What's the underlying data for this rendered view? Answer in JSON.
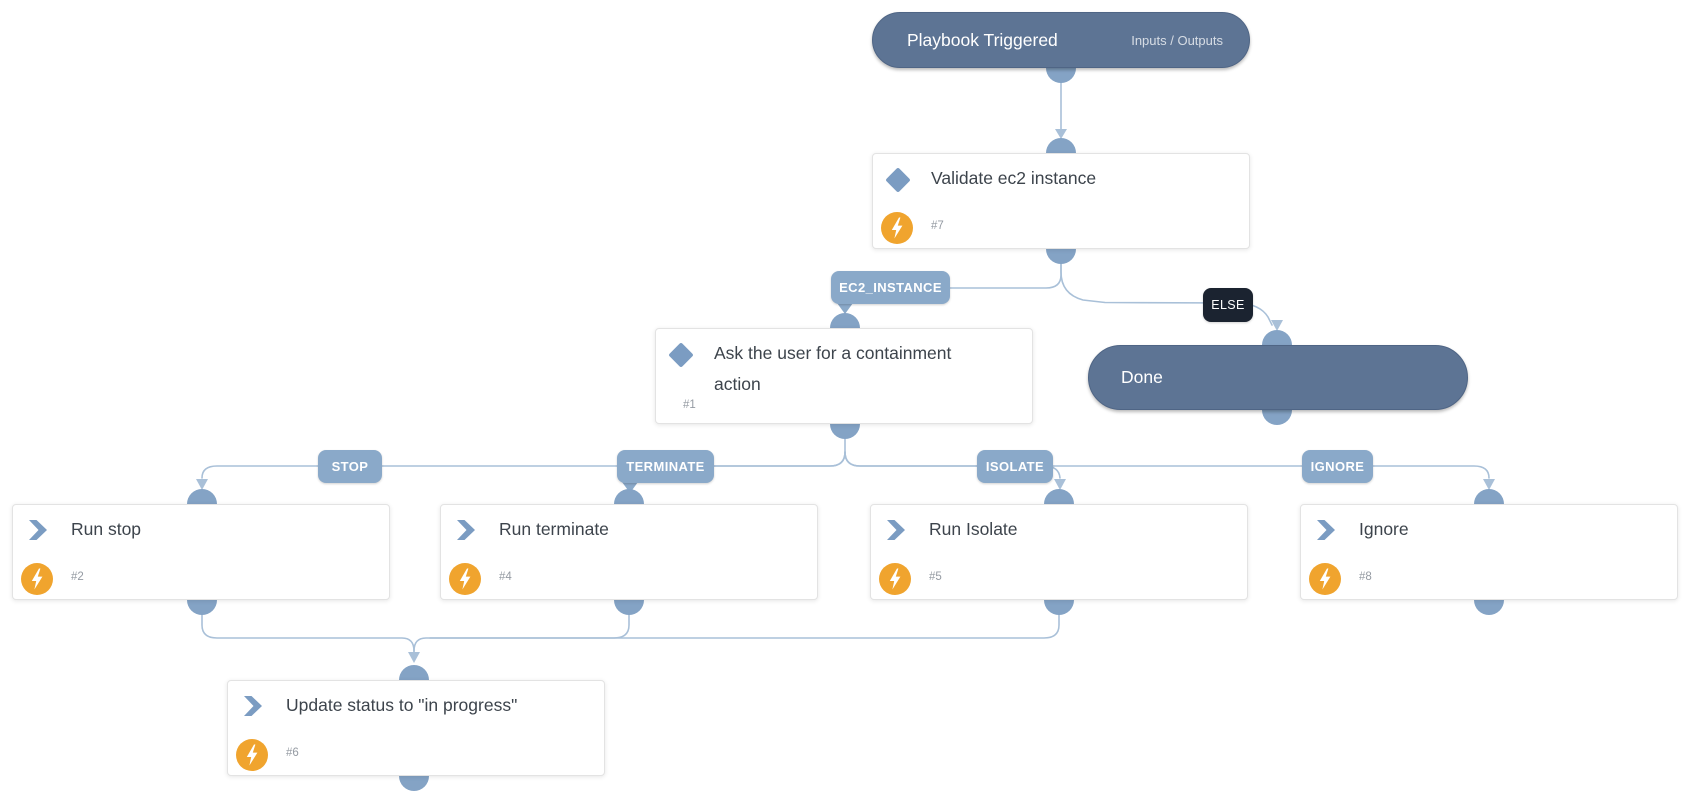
{
  "colors": {
    "pill-bg": "#5d7494",
    "pill-border": "#4f6585",
    "label-bg": "#8aa9c9",
    "else-bg": "#1b2330",
    "edge": "#a9c0d8",
    "port": "#84a3c5",
    "bolt-bg": "#f0a42e",
    "icon-fill": "#7b9cc2",
    "card-title": "#3d444c",
    "card-id": "#959ba3"
  },
  "start_node": {
    "title": "Playbook Triggered",
    "io_label": "Inputs / Outputs"
  },
  "end_node": {
    "title": "Done"
  },
  "branch_labels": {
    "ec2_instance": "EC2_INSTANCE",
    "else": "ELSE",
    "stop": "STOP",
    "terminate": "TERMINATE",
    "isolate": "ISOLATE",
    "ignore": "IGNORE"
  },
  "nodes": {
    "validate": {
      "title": "Validate ec2 instance",
      "id": "#7"
    },
    "ask": {
      "title": "Ask the user for a containment action",
      "id": "#1"
    },
    "run_stop": {
      "title": "Run stop",
      "id": "#2"
    },
    "run_terminate": {
      "title": "Run terminate",
      "id": "#4"
    },
    "run_isolate": {
      "title": "Run Isolate",
      "id": "#5"
    },
    "ignore": {
      "title": "Ignore",
      "id": "#8"
    },
    "update_status": {
      "title": "Update status to \"in progress\"",
      "id": "#6"
    }
  }
}
